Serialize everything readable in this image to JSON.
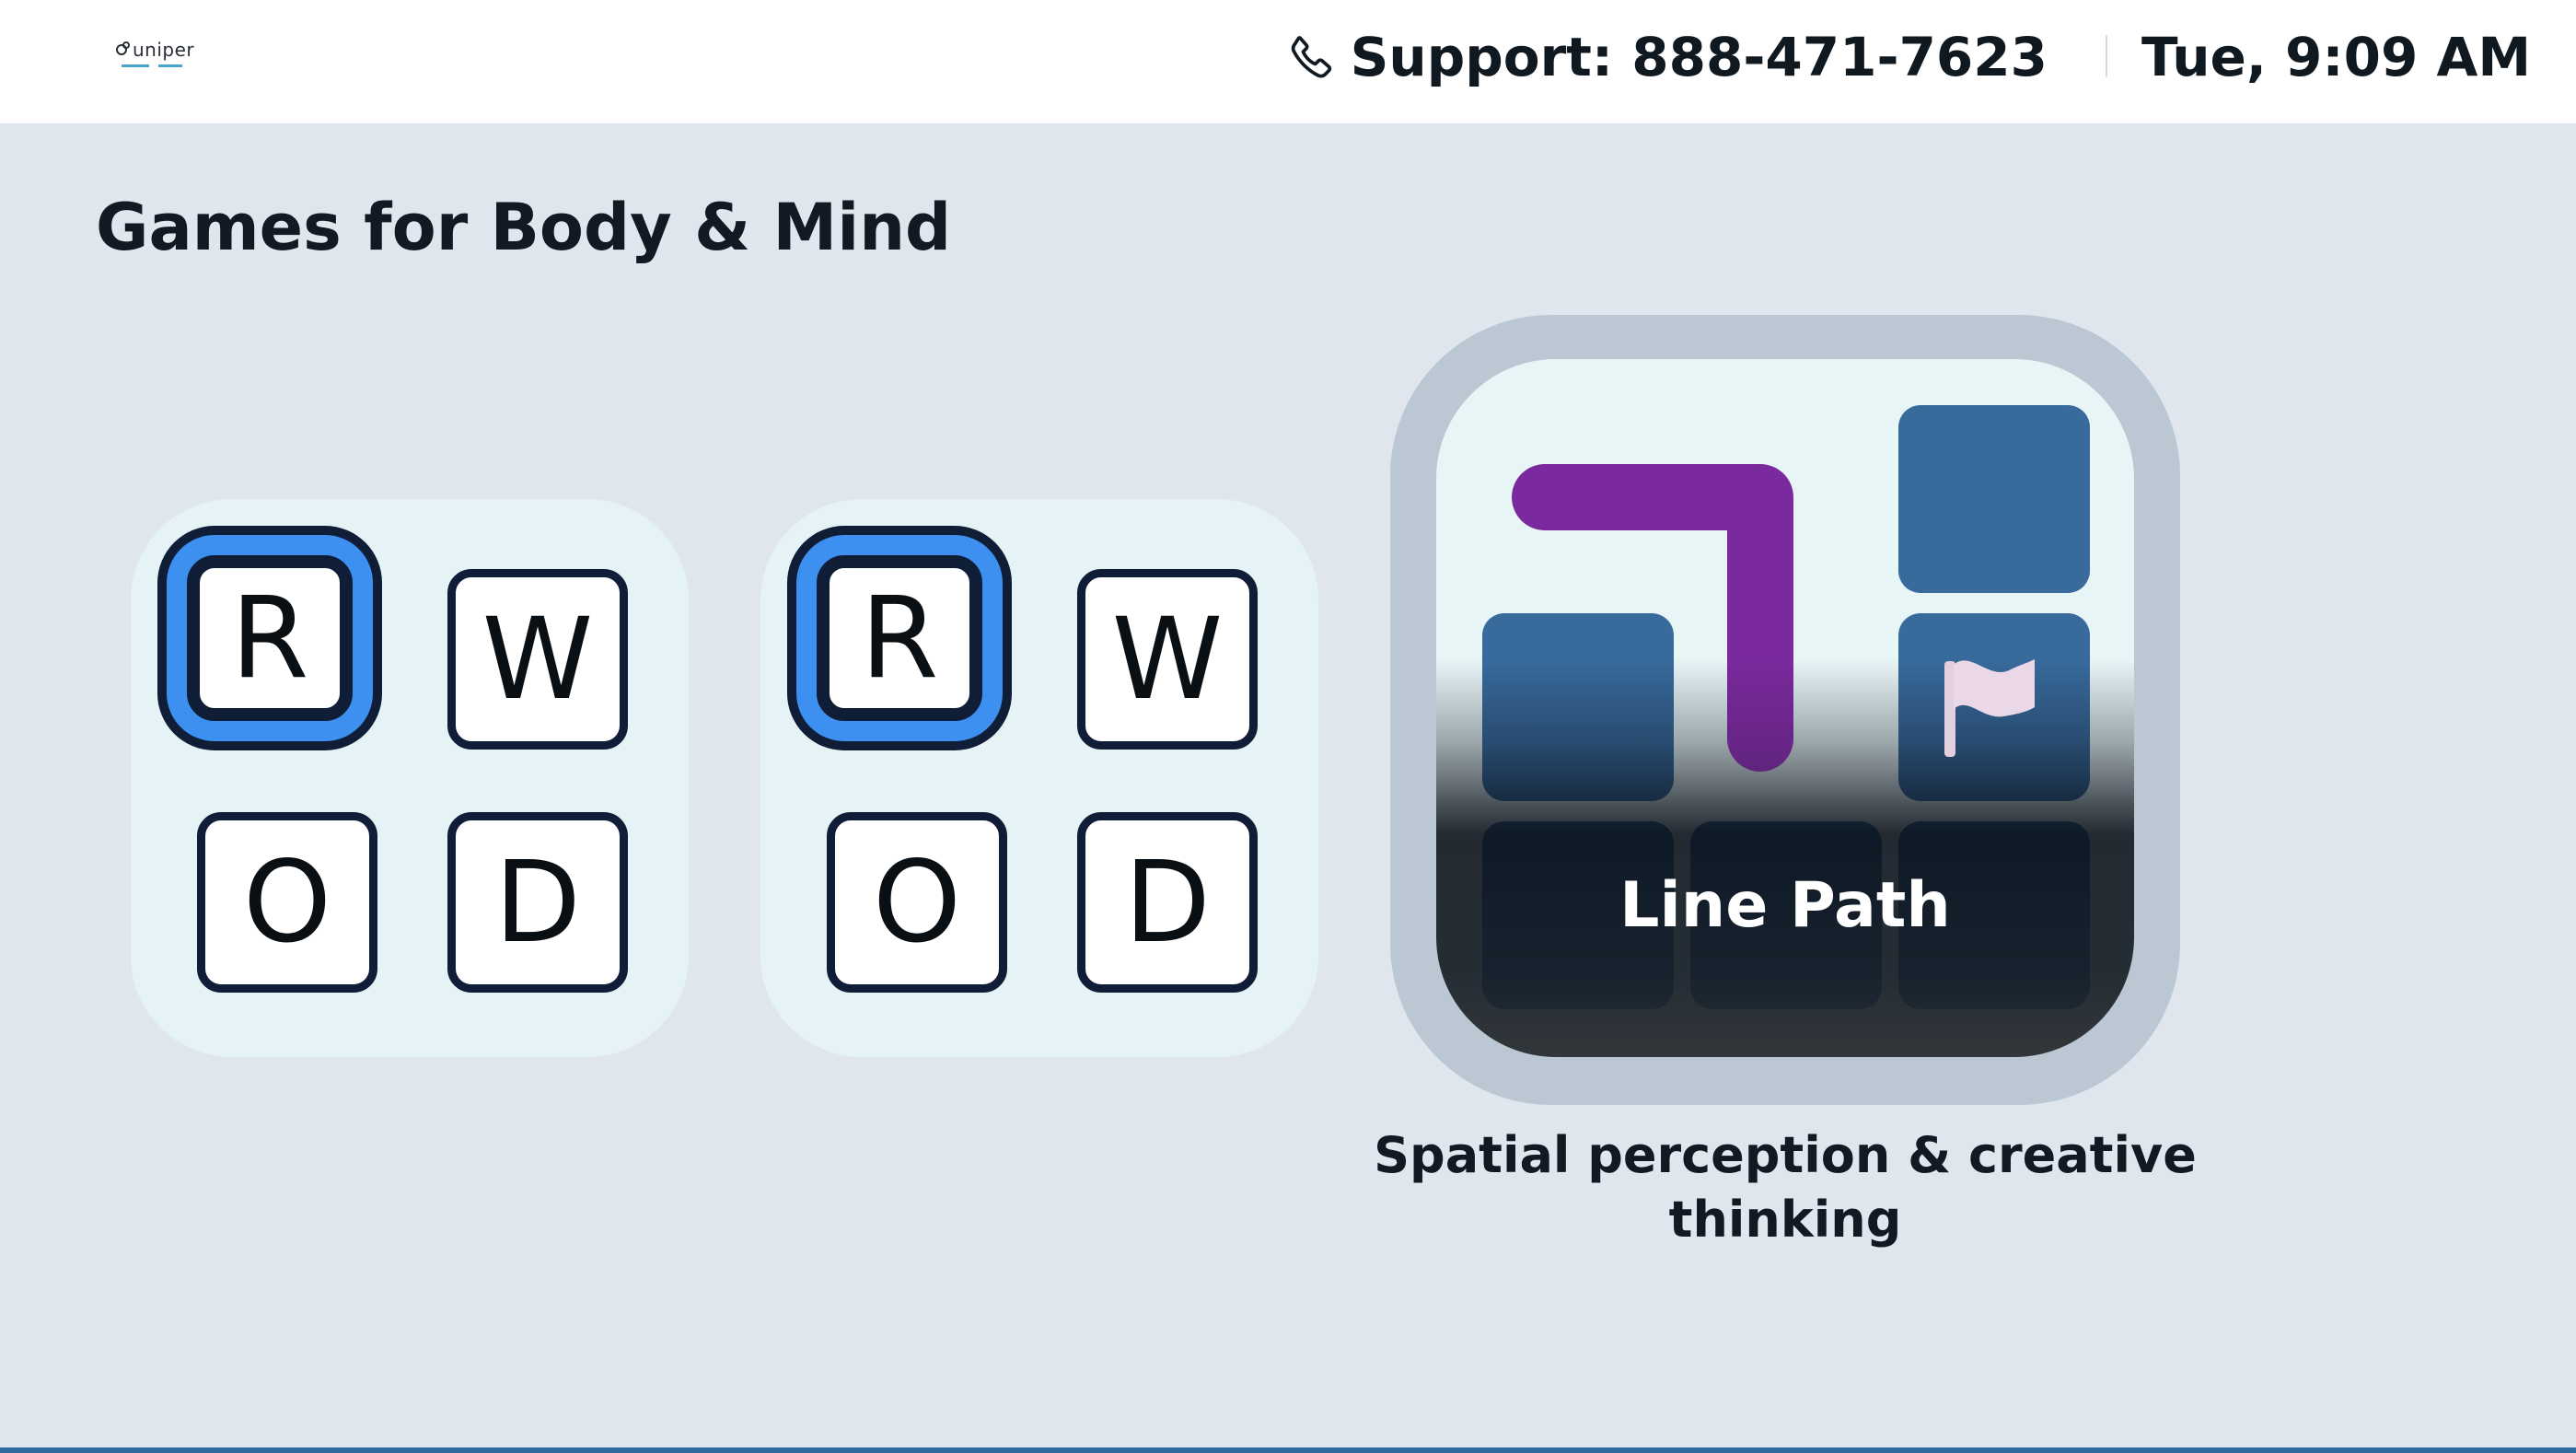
{
  "header": {
    "logo_text": "uniper",
    "support_label": "Support: 888-471-7623",
    "clock": "Tue, 9:09 AM"
  },
  "page_title": "Games for Body & Mind",
  "games": [
    {
      "kind": "word-tiles",
      "letters": [
        "R",
        "W",
        "O",
        "D"
      ],
      "selected_letter": "R"
    },
    {
      "kind": "word-tiles",
      "letters": [
        "R",
        "W",
        "O",
        "D"
      ],
      "selected_letter": "R"
    },
    {
      "kind": "line-path",
      "label": "Line Path",
      "description": "Spatial perception & creative thinking"
    }
  ],
  "colors": {
    "background": "#dfe6ee",
    "tile_selected_ring": "#3d8ff0",
    "tile_border": "#0f1d36",
    "path_color": "#7a2a9c",
    "block_blue": "#386a9c"
  },
  "icons": {
    "phone": "phone-icon",
    "flag": "flag-icon"
  }
}
